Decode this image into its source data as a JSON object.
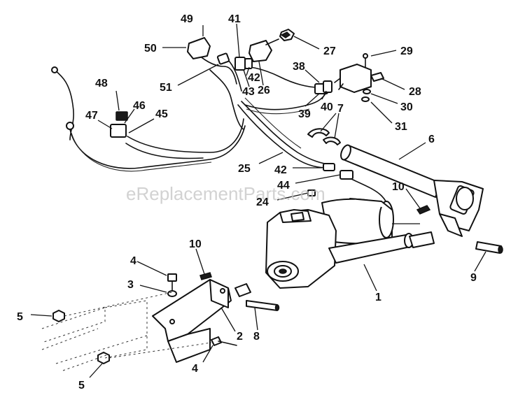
{
  "watermark": "eReplacementParts.com",
  "colors": {
    "ink": "#111111",
    "watermark": "#c4c4c4",
    "background": "#ffffff"
  },
  "callouts": [
    {
      "id": "c49",
      "label": "49"
    },
    {
      "id": "c50",
      "label": "50"
    },
    {
      "id": "c41",
      "label": "41"
    },
    {
      "id": "c27",
      "label": "27"
    },
    {
      "id": "c29",
      "label": "29"
    },
    {
      "id": "c42a",
      "label": "42"
    },
    {
      "id": "c43",
      "label": "43"
    },
    {
      "id": "c26",
      "label": "26"
    },
    {
      "id": "c51",
      "label": "51"
    },
    {
      "id": "c38",
      "label": "38"
    },
    {
      "id": "c28",
      "label": "28"
    },
    {
      "id": "c30",
      "label": "30"
    },
    {
      "id": "c31",
      "label": "31"
    },
    {
      "id": "c48",
      "label": "48"
    },
    {
      "id": "c46",
      "label": "46"
    },
    {
      "id": "c47",
      "label": "47"
    },
    {
      "id": "c45",
      "label": "45"
    },
    {
      "id": "c39",
      "label": "39"
    },
    {
      "id": "c40",
      "label": "40"
    },
    {
      "id": "c7",
      "label": "7"
    },
    {
      "id": "c6",
      "label": "6"
    },
    {
      "id": "c25",
      "label": "25"
    },
    {
      "id": "c42b",
      "label": "42"
    },
    {
      "id": "c44",
      "label": "44"
    },
    {
      "id": "c24",
      "label": "24"
    },
    {
      "id": "c10a",
      "label": "10"
    },
    {
      "id": "c10b",
      "label": "10"
    },
    {
      "id": "c4a",
      "label": "4"
    },
    {
      "id": "c3",
      "label": "3"
    },
    {
      "id": "c5a",
      "label": "5"
    },
    {
      "id": "c1",
      "label": "1"
    },
    {
      "id": "c9",
      "label": "9"
    },
    {
      "id": "c2",
      "label": "2"
    },
    {
      "id": "c8",
      "label": "8"
    },
    {
      "id": "c4b",
      "label": "4"
    },
    {
      "id": "c5b",
      "label": "5"
    }
  ]
}
